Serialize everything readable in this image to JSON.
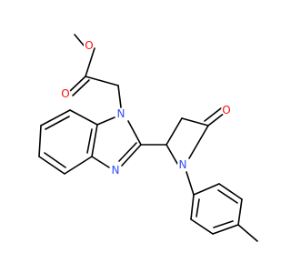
{
  "molecule": {
    "atoms": {
      "ester_o": {
        "text": "O",
        "color": "#ff0d0d"
      },
      "carbonyl_o1": {
        "text": "O",
        "color": "#ff0d0d"
      },
      "lactam_o": {
        "text": "O",
        "color": "#ff0d0d"
      },
      "n1": {
        "text": "N",
        "color": "#3050f8"
      },
      "n3": {
        "text": "N",
        "color": "#3050f8"
      },
      "pyrrolidine_n": {
        "text": "N",
        "color": "#3050f8"
      }
    }
  }
}
